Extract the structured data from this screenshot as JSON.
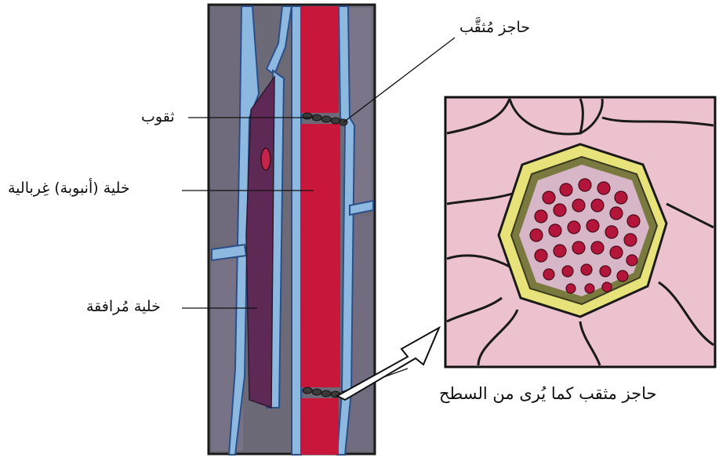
{
  "labels": {
    "sieve_plate": "حاجز مُثقَّب",
    "pores": "ثقوب",
    "sieve_tube_cell": "خلية (أنبوبة) غِربالية",
    "companion_cell": "خلية مُرافقة",
    "surface_view_caption": "حاجز مثقب كما يُرى من السطح"
  },
  "colors": {
    "sieve_tube": "#c8173a",
    "cell_wall": "#7fb0dc",
    "companion": "#5e2a55",
    "surrounding": "#6d6a78",
    "surface_cells": "#ecc2cf",
    "plate_ring": "#e8e27a"
  }
}
